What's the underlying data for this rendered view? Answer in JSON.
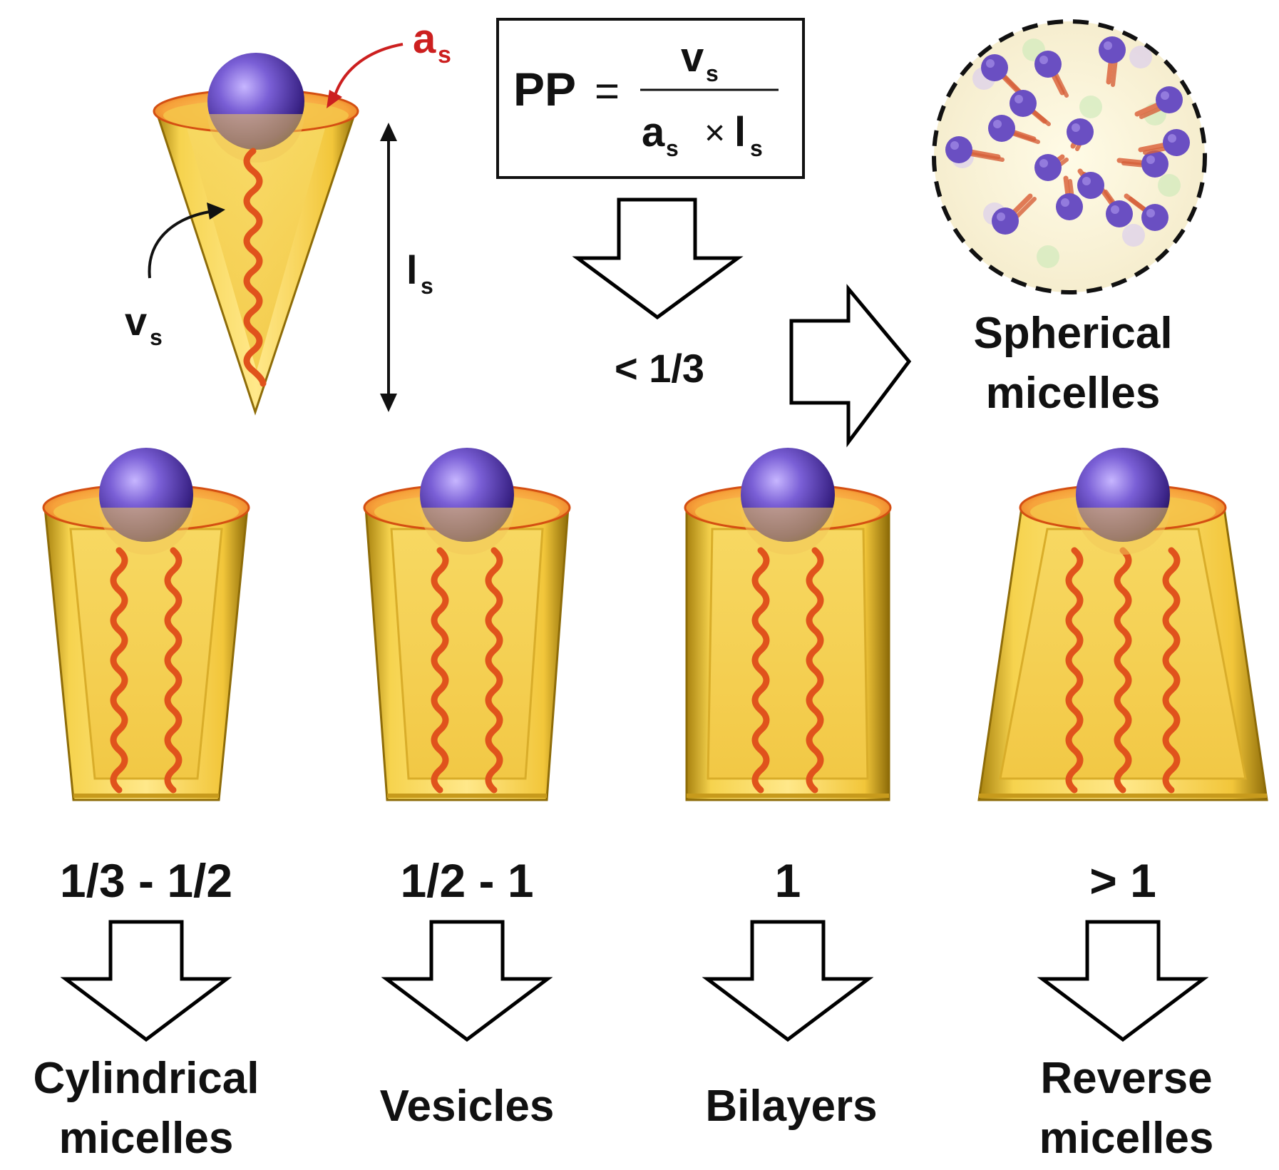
{
  "formula": {
    "lhs": "PP",
    "equals": "=",
    "numerator_main": "v",
    "numerator_sub": "s",
    "den_a": "a",
    "den_a_sub": "s",
    "den_times": "×",
    "den_l": "l",
    "den_l_sub": "s"
  },
  "cone_labels": {
    "as_main": "a",
    "as_sub": "s",
    "vs_main": "v",
    "vs_sub": "s",
    "ls_main": "l",
    "ls_sub": "s"
  },
  "top_branch": {
    "ratio": "< 1/3",
    "result_line1": "Spherical",
    "result_line2": "micelles"
  },
  "columns": [
    {
      "ratio": "1/3 - 1/2",
      "result_line1": "Cylindrical",
      "result_line2": "micelles"
    },
    {
      "ratio": "1/2 - 1",
      "result_line1": "Vesicles",
      "result_line2": ""
    },
    {
      "ratio": "1",
      "result_line1": "Bilayers",
      "result_line2": ""
    },
    {
      "ratio": "> 1",
      "result_line1": "Reverse",
      "result_line2": "micelles"
    }
  ],
  "colors": {
    "body_gold": "#f2c63a",
    "rim_orange": "#f08a28",
    "chain_orange": "#e0531c",
    "head_purple": "#6a4fc2",
    "as_red": "#cc1f1f"
  }
}
